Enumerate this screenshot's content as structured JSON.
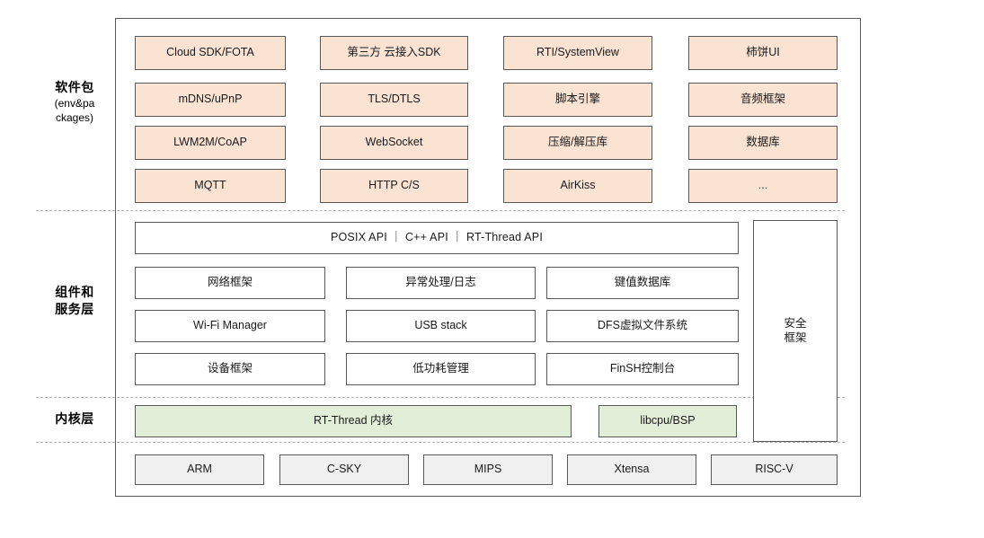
{
  "diagram": {
    "title": "RT-Thread Architecture Stack",
    "colors": {
      "package_fill": "#fbe3d3",
      "plain_fill": "#ffffff",
      "kernel_fill": "#e2eed8",
      "cpu_fill": "#f0f0f0",
      "border": "#595959",
      "separator": "#b0b0b0"
    },
    "rows": [
      {
        "id": "software-packages",
        "label_main": "软件包",
        "label_sub_line1": "(env&pa",
        "label_sub_line2": "ckages)",
        "columns": [
          [
            "Cloud SDK/FOTA",
            "mDNS/uPnP",
            "LWM2M/CoAP",
            "MQTT"
          ],
          [
            "第三方 云接入SDK",
            "TLS/DTLS",
            "WebSocket",
            "HTTP C/S"
          ],
          [
            "RTI/SystemView",
            "脚本引擎",
            "压缩/解压库",
            "AirKiss"
          ],
          [
            "柿饼UI",
            "音频框架",
            "数据库",
            "..."
          ]
        ]
      },
      {
        "id": "components-services",
        "label_main_line1": "组件和",
        "label_main_line2": "服务层",
        "api_bar": "POSIX API ｜ C++ API ｜ RT-Thread API",
        "columns": [
          [
            "网络框架",
            "Wi-Fi Manager",
            "设备框架"
          ],
          [
            "异常处理/日志",
            "USB stack",
            "低功耗管理"
          ],
          [
            "键值数据库",
            "DFS虚拟文件系统",
            "FinSH控制台"
          ]
        ],
        "side_box_line1": "安全",
        "side_box_line2": "框架"
      },
      {
        "id": "kernel",
        "label_main": "内核层",
        "boxes": [
          "RT-Thread 内核",
          "libcpu/BSP"
        ]
      },
      {
        "id": "cpu-architectures",
        "label_main": "",
        "boxes": [
          "ARM",
          "C-SKY",
          "MIPS",
          "Xtensa",
          "RISC-V"
        ]
      }
    ]
  }
}
